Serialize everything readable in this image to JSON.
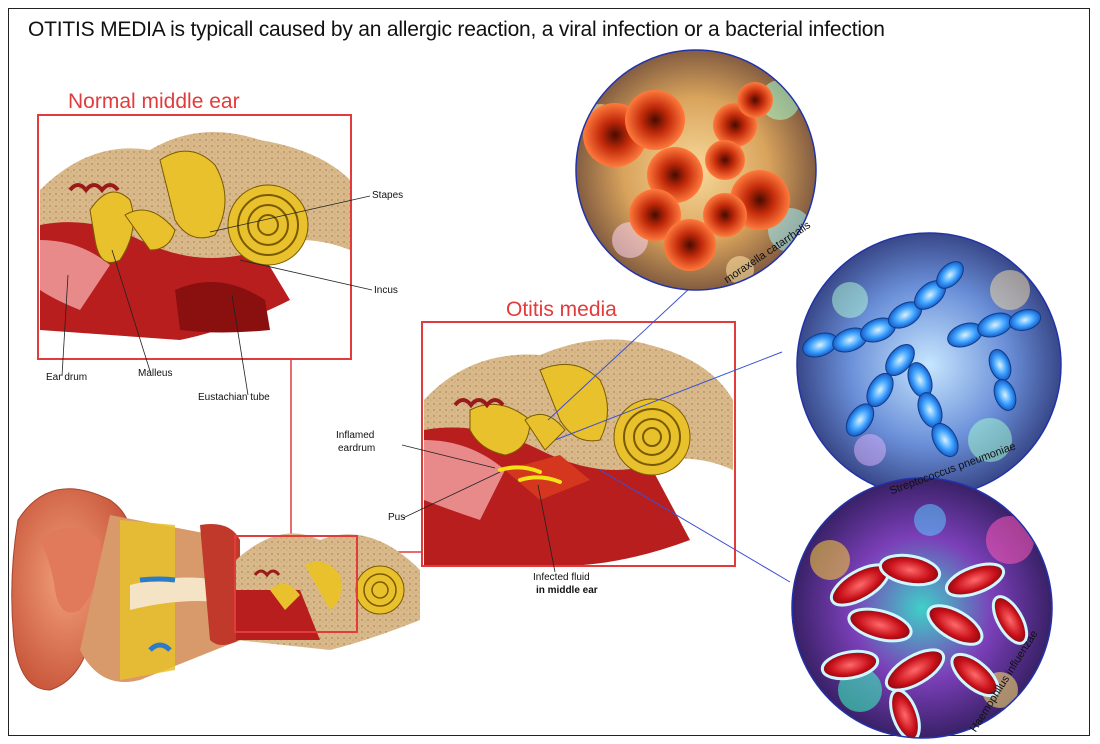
{
  "title": "OTITIS MEDIA is typicall caused by an allergic reaction, a viral infection or a bacterial infection",
  "normal_panel": {
    "heading": "Normal middle ear",
    "labels": {
      "stapes": "Stapes",
      "incus": "Incus",
      "ear_drum": "Ear drum",
      "malleus": "Malleus",
      "eustachian": "Eustachian tube"
    }
  },
  "otitis_panel": {
    "heading": "Otitis media",
    "labels": {
      "inflamed_1": "Inflamed",
      "inflamed_2": "eardrum",
      "pus": "Pus",
      "infected_1": "Infected fluid",
      "infected_2": "in middle ear"
    }
  },
  "bacteria": {
    "moraxella": "moraxella catarrhalis",
    "strepto": "Streptococcus pneumoniae",
    "haemo": "Haemophilus influenzae"
  },
  "colors": {
    "highlight_red": "#e23b3b",
    "pointer_blue": "#3a4fd6",
    "bone": "#e8c27a",
    "tissue": "#c0392b"
  }
}
